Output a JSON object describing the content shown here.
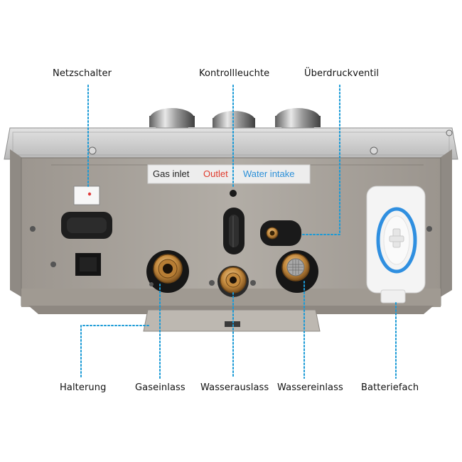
{
  "labels": {
    "power_switch": "Netzschalter",
    "control_light": "Kontrollleuchte",
    "pressure_valve": "Überdruckventil",
    "bracket": "Halterung",
    "gas_inlet": "Gaseinlass",
    "water_outlet": "Wasserauslass",
    "water_inlet": "Wassereinlass",
    "battery": "Batteriefach"
  },
  "sticker": {
    "gas": "Gas inlet",
    "outlet": "Outlet",
    "water": "Water intake"
  },
  "colors": {
    "leader_line": "#1a9ad6",
    "sticker_gas": "#222222",
    "sticker_outlet": "#e0392b",
    "sticker_water": "#2a8fd8",
    "battery_ring": "#2f8fe0",
    "housing": "#a8a39c"
  }
}
